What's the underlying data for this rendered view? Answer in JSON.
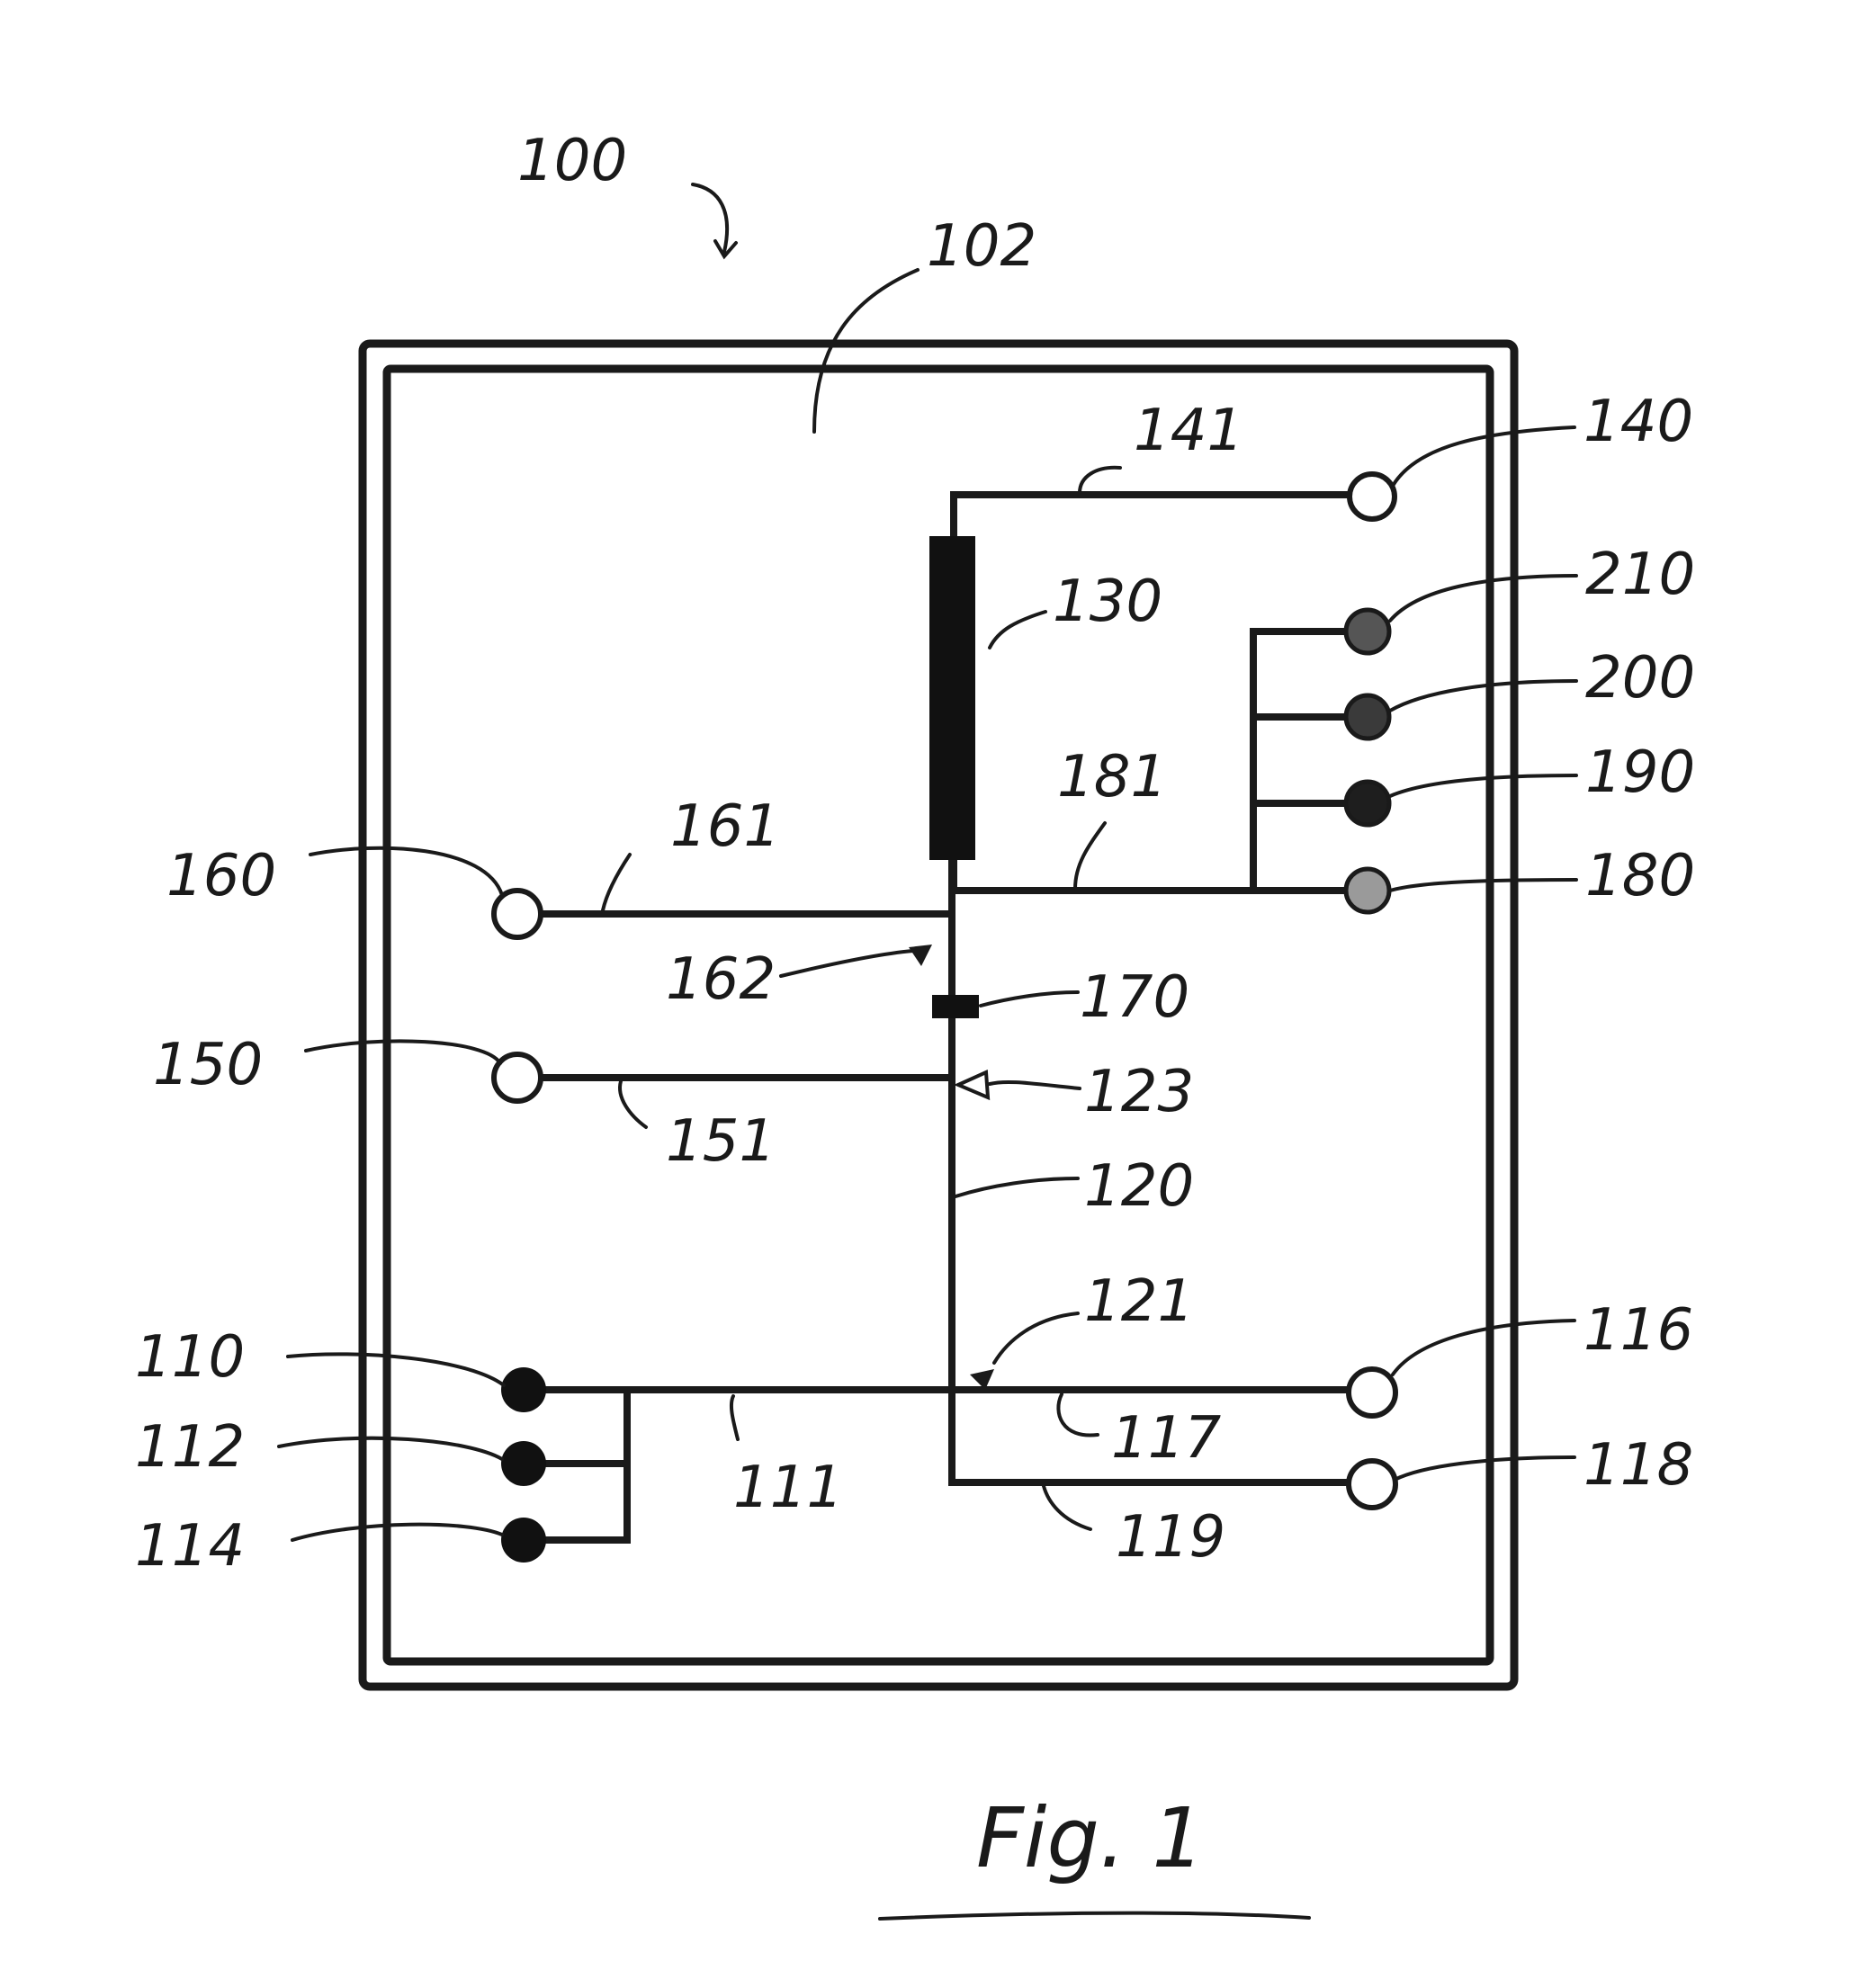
{
  "labels": {
    "device": "100",
    "substrate": "102",
    "port_a": "110",
    "port_b": "112",
    "port_c": "114",
    "inlet_channel": "111",
    "outlet_1": "116",
    "outlet_1_channel": "117",
    "outlet_2": "118",
    "outlet_2_channel": "119",
    "main_channel": "120",
    "junction_low": "121",
    "junction_mid": "123",
    "column": "130",
    "top_port": "140",
    "top_channel": "141",
    "port_150": "150",
    "channel_151": "151",
    "port_160": "160",
    "channel_161": "161",
    "junction_162": "162",
    "valve": "170",
    "port_180": "180",
    "channel_181": "181",
    "port_190": "190",
    "port_200": "200",
    "port_210": "210"
  },
  "caption": "Fig. 1",
  "colors": {
    "ink": "#1a1a1a",
    "filled_port": "#111111",
    "port_210": "#555555",
    "port_200": "#3a3a3a",
    "port_190": "#1e1e1e",
    "port_180": "#9a9a9a"
  }
}
